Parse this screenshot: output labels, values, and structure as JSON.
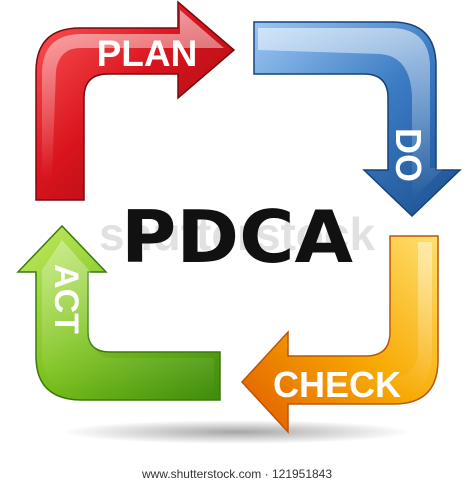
{
  "diagram": {
    "center_title": "PDCA",
    "steps": [
      {
        "id": "plan",
        "label": "PLAN",
        "color": "#d9141d"
      },
      {
        "id": "do",
        "label": "DO",
        "color": "#3c7cc4"
      },
      {
        "id": "check",
        "label": "CHECK",
        "color": "#f2a100"
      },
      {
        "id": "act",
        "label": "ACT",
        "color": "#7cc21f"
      }
    ]
  },
  "watermark": "shutterstock",
  "credit": "www.shutterstock.com · 121951843"
}
